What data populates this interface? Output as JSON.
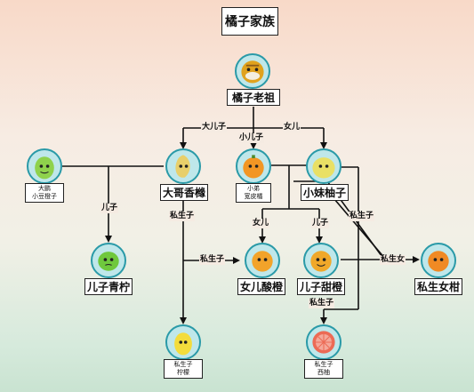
{
  "title": "橘子家族",
  "nodes": {
    "root": {
      "name": "橘子老祖",
      "icon": "old-orange-icon",
      "color": "#e0a21e"
    },
    "dapeng": {
      "line1": "大鹏",
      "line2": "小豆橙子",
      "icon": "green-citrus-icon",
      "color": "#8fd24c"
    },
    "daxiang": {
      "name": "大哥香橼",
      "icon": "citron-icon",
      "color": "#e8cf6a"
    },
    "xiaodi": {
      "line1": "小弟",
      "line2": "宽皮橘",
      "icon": "tangerine-icon",
      "color": "#f29624"
    },
    "xiaomei": {
      "name": "小妹柚子",
      "icon": "pomelo-icon",
      "color": "#e9e065"
    },
    "qingning": {
      "name": "儿子青柠",
      "icon": "lime-icon",
      "color": "#6fc83d"
    },
    "suancheng": {
      "name": "女儿酸橙",
      "icon": "sour-orange-icon",
      "color": "#f2a32a"
    },
    "tiancheng": {
      "name": "儿子甜橙",
      "icon": "sweet-orange-icon",
      "color": "#f0a82a"
    },
    "sishengnv": {
      "name": "私生女柑",
      "icon": "mandarin-icon",
      "color": "#f08a24"
    },
    "ningmeng": {
      "line1": "私生子",
      "line2": "柠檬",
      "icon": "lemon-icon",
      "color": "#f3dc3c"
    },
    "xiyou": {
      "line1": "私生子",
      "line2": "西柚",
      "icon": "grapefruit-icon",
      "color": "#ec6a55"
    }
  },
  "edge_labels": {
    "eldest_son": "大儿子",
    "younger_son": "小儿子",
    "daughter": "女儿",
    "son_qingning": "儿子",
    "illegit_ningmeng": "私生子",
    "illegit_suan": "私生子",
    "daughter_suan": "女儿",
    "son_tian": "儿子",
    "illegit_xiaomei": "私生子",
    "illegit_daughter": "私生女",
    "illegit_xiyou": "私生子"
  }
}
